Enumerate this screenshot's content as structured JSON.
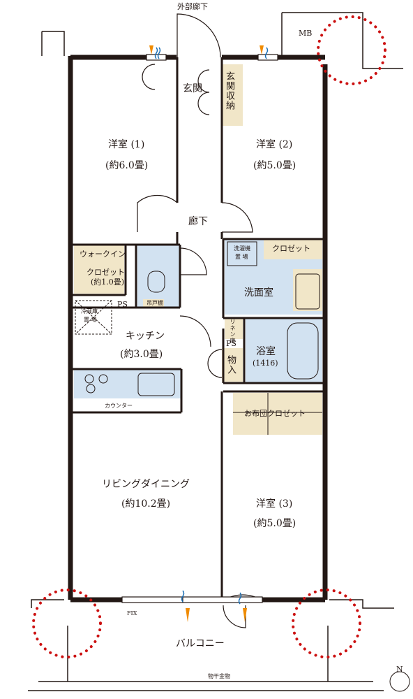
{
  "corridor": "外部廊下",
  "meter_box": "MB",
  "entrance": "玄関",
  "entrance_storage": "玄関収納",
  "hallway": "廊下",
  "rooms": {
    "western1": {
      "name": "洋室 (1)",
      "size": "(約6.0畳)"
    },
    "western2": {
      "name": "洋室 (2)",
      "size": "(約5.0畳)"
    },
    "western3": {
      "name": "洋室 (3)",
      "size": "(約5.0畳)"
    },
    "kitchen": {
      "name": "キッチン",
      "size": "(約3.0畳)"
    },
    "living": {
      "name": "リビングダイニング",
      "size": "(約10.2畳)"
    },
    "walkin": {
      "name1": "ウォークイン",
      "name2": "クロゼット",
      "size": "(約1.0畳)"
    },
    "washroom": "洗面室",
    "bath": {
      "name": "浴室",
      "size": "(1416)"
    }
  },
  "closet": "クロゼット",
  "futon_closet": "お布団クロゼット",
  "washer_area": {
    "line1": "洗濯機",
    "line2": "置 場"
  },
  "fridge_area": {
    "line1": "冷蔵庫",
    "line2": "置 場"
  },
  "wall_cabinet": "吊戸棚",
  "linen_closet": "リネン庫",
  "storage": "物入",
  "ps_1": "PS",
  "ps_2": "PS",
  "counter": "カウンター",
  "fix": "FIX",
  "balcony": "バルコニー",
  "drying_rack": "物干金物",
  "compass": "N"
}
